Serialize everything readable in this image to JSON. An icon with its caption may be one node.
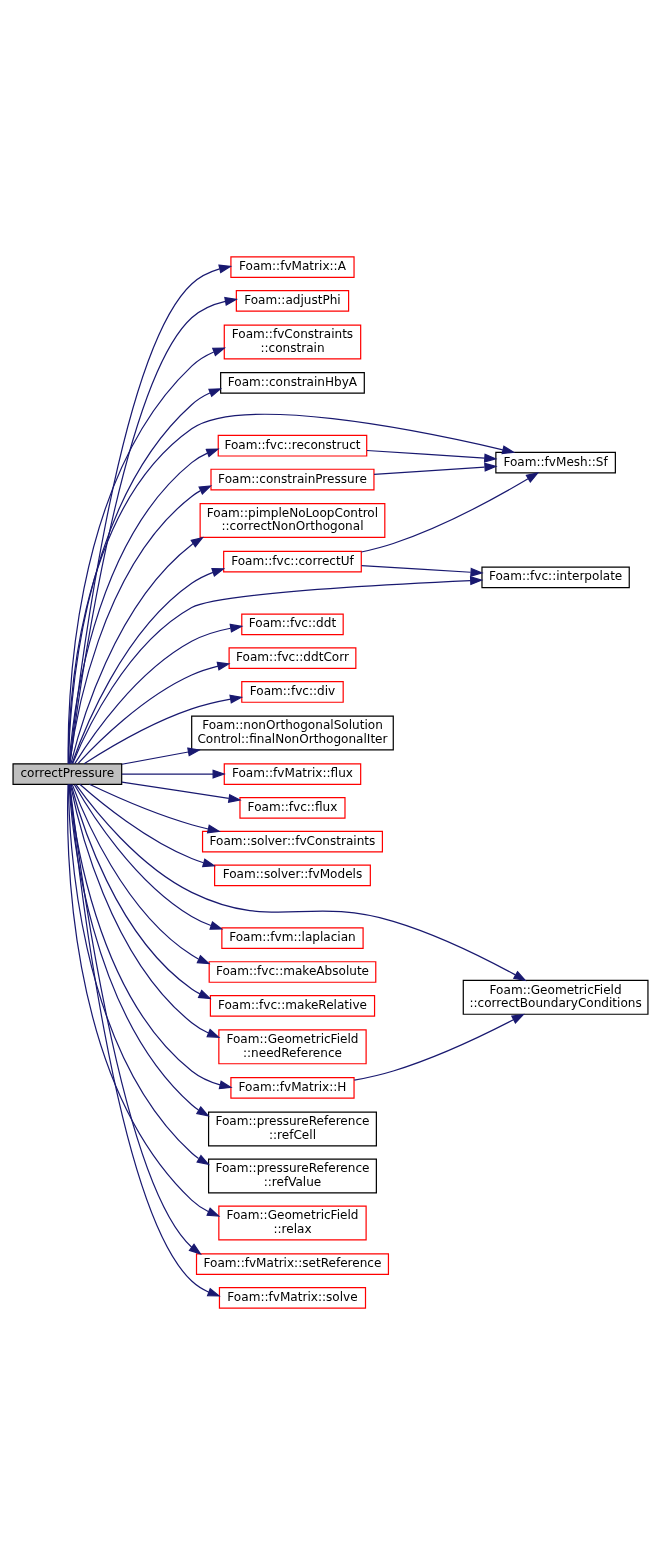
{
  "diagram": {
    "nodes": [
      {
        "text": [
          "correctPressure"
        ]
      },
      {
        "text": [
          "Foam::fvMatrix::A"
        ]
      },
      {
        "text": [
          "Foam::adjustPhi"
        ]
      },
      {
        "text": [
          "Foam::fvConstraints ::constrain"
        ]
      },
      {
        "text": [
          "Foam::constrainHbyA"
        ]
      },
      {
        "text": [
          "Foam::fvc::reconstruct"
        ]
      },
      {
        "text": [
          "Foam::constrainPressure"
        ]
      },
      {
        "text": [
          "Foam::pimpleNoLoopControl ::correctNonOrthogonal"
        ]
      },
      {
        "text": [
          "Foam::fvc::correctUf"
        ]
      },
      {
        "text": [
          "Foam::fvc::ddt"
        ]
      },
      {
        "text": [
          "Foam::fvc::ddtCorr"
        ]
      },
      {
        "text": [
          "Foam::fvc::div"
        ]
      },
      {
        "text": [
          "Foam::nonOrthogonalSolution Control::finalNonOrthogonalIter"
        ]
      },
      {
        "text": [
          "Foam::fvMatrix::flux"
        ]
      },
      {
        "text": [
          "Foam::fvc::flux"
        ]
      },
      {
        "text": [
          "Foam::solver::fvConstraints"
        ]
      },
      {
        "text": [
          "Foam::solver::fvModels"
        ]
      },
      {
        "text": [
          "Foam::fvm::laplacian"
        ]
      },
      {
        "text": [
          "Foam::fvc::makeAbsolute"
        ]
      },
      {
        "text": [
          "Foam::fvc::makeRelative"
        ]
      },
      {
        "text": [
          "Foam::GeometricField ::needReference"
        ]
      },
      {
        "text": [
          "Foam::fvMatrix::H"
        ]
      },
      {
        "text": [
          "Foam::pressureReference ::refCell"
        ]
      },
      {
        "text": [
          "Foam::pressureReference ::refValue"
        ]
      },
      {
        "text": [
          "Foam::GeometricField ::relax"
        ]
      },
      {
        "text": [
          "Foam::fvMatrix::setReference"
        ]
      },
      {
        "text": [
          "Foam::fvMatrix::solve"
        ]
      },
      {
        "text": [
          "Foam::fvMesh::Sf"
        ]
      },
      {
        "text": [
          "Foam::fvc::interpolate"
        ]
      },
      {
        "text": [
          "Foam::GeometricField ::correctBoundaryConditions"
        ]
      }
    ],
    "edges": [
      {
        "from": 0,
        "to": 1,
        "arrow": "to"
      },
      {
        "from": 0,
        "to": 2,
        "arrow": "to"
      },
      {
        "from": 0,
        "to": 3,
        "arrow": "to"
      },
      {
        "from": 0,
        "to": 4,
        "arrow": "to"
      },
      {
        "from": 0,
        "to": 27,
        "arrow": "to"
      },
      {
        "from": 0,
        "to": 5,
        "arrow": "to"
      },
      {
        "from": 0,
        "to": 6,
        "arrow": "to"
      },
      {
        "from": 0,
        "to": 7,
        "arrow": "to"
      },
      {
        "from": 0,
        "to": 8,
        "arrow": "to"
      },
      {
        "from": 0,
        "to": 28,
        "arrow": "to"
      },
      {
        "from": 0,
        "to": 9,
        "arrow": "to"
      },
      {
        "from": 0,
        "to": 10,
        "arrow": "to"
      },
      {
        "from": 0,
        "to": 11,
        "arrow": "to"
      },
      {
        "from": 0,
        "to": 12,
        "arrow": "to"
      },
      {
        "from": 0,
        "to": 13,
        "arrow": "to"
      },
      {
        "from": 0,
        "to": 14,
        "arrow": "to"
      },
      {
        "from": 0,
        "to": 15,
        "arrow": "to"
      },
      {
        "from": 0,
        "to": 16,
        "arrow": "to"
      },
      {
        "from": 0,
        "to": 29,
        "arrow": "to"
      },
      {
        "from": 0,
        "to": 17,
        "arrow": "to"
      },
      {
        "from": 0,
        "to": 18,
        "arrow": "to"
      },
      {
        "from": 0,
        "to": 19,
        "arrow": "to"
      },
      {
        "from": 0,
        "to": 20,
        "arrow": "to"
      },
      {
        "from": 0,
        "to": 21,
        "arrow": "to"
      },
      {
        "from": 0,
        "to": 22,
        "arrow": "to"
      },
      {
        "from": 0,
        "to": 23,
        "arrow": "to"
      },
      {
        "from": 0,
        "to": 24,
        "arrow": "to"
      },
      {
        "from": 0,
        "to": 25,
        "arrow": "to"
      },
      {
        "from": 0,
        "to": 26,
        "arrow": "to"
      },
      {
        "from": 5,
        "to": 27,
        "arrow": "to"
      },
      {
        "from": 6,
        "to": 27,
        "arrow": "to"
      },
      {
        "from": 8,
        "to": 27,
        "arrow": "to"
      },
      {
        "from": 8,
        "to": 28,
        "arrow": "to"
      },
      {
        "from": 21,
        "to": 29,
        "arrow": "to"
      }
    ]
  }
}
